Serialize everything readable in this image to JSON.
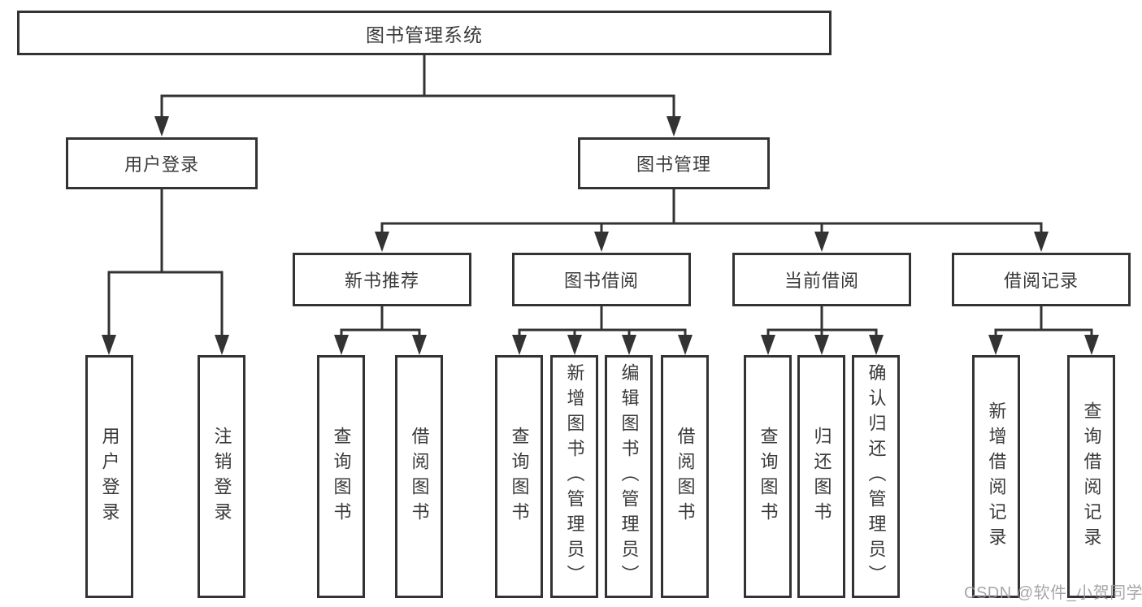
{
  "colors": {
    "line": "#333333",
    "text": "#3a3a3a",
    "node_background": "#ffffff",
    "background": "#ffffff",
    "watermark": "#9a9a9a"
  },
  "diagram": {
    "title": "图书管理系统",
    "level2": [
      {
        "id": "user-login",
        "label": "用户登录"
      },
      {
        "id": "book-management",
        "label": "图书管理"
      }
    ],
    "level3": [
      {
        "id": "new-book-recommend",
        "parent": "图书管理",
        "label": "新书推荐"
      },
      {
        "id": "book-borrowing",
        "parent": "图书管理",
        "label": "图书借阅"
      },
      {
        "id": "current-borrowing",
        "parent": "图书管理",
        "label": "当前借阅"
      },
      {
        "id": "borrowing-records",
        "parent": "图书管理",
        "label": "借阅记录"
      }
    ],
    "leaves": [
      {
        "parent": "用户登录",
        "label": "用户登录"
      },
      {
        "parent": "用户登录",
        "label": "注销登录"
      },
      {
        "parent": "新书推荐",
        "label": "查询图书"
      },
      {
        "parent": "新书推荐",
        "label": "借阅图书"
      },
      {
        "parent": "图书借阅",
        "label": "查询图书"
      },
      {
        "parent": "图书借阅",
        "label": "新增图书（管理员）"
      },
      {
        "parent": "图书借阅",
        "label": "编辑图书（管理员）"
      },
      {
        "parent": "图书借阅",
        "label": "借阅图书"
      },
      {
        "parent": "当前借阅",
        "label": "查询图书"
      },
      {
        "parent": "当前借阅",
        "label": "归还图书"
      },
      {
        "parent": "当前借阅",
        "label": "确认归还（管理员）"
      },
      {
        "parent": "借阅记录",
        "label": "新增借阅记录"
      },
      {
        "parent": "借阅记录",
        "label": "查询借阅记录"
      }
    ]
  },
  "watermark": {
    "text": "CSDN @软件_小贺同学"
  }
}
